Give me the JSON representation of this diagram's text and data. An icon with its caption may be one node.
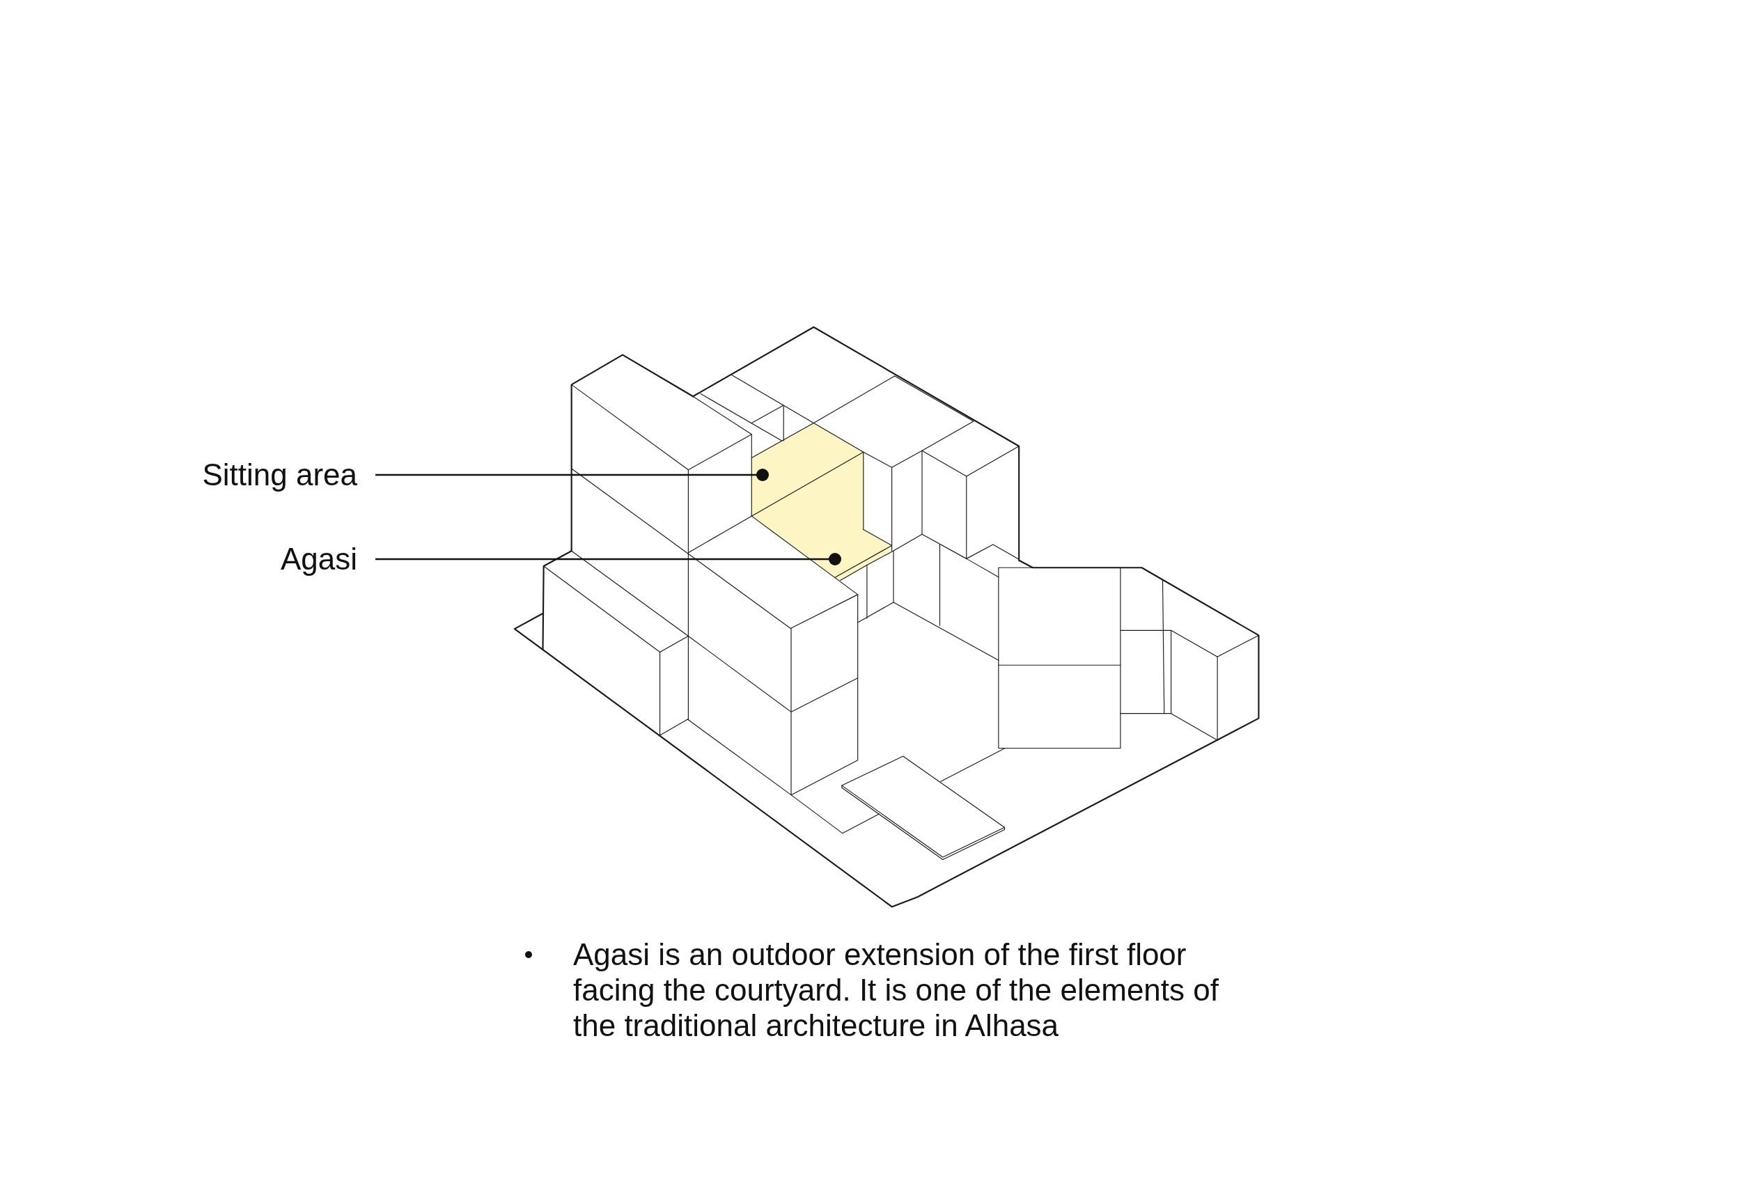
{
  "diagram": {
    "nodes": [
      {
        "text": [
          "Sitting area"
        ]
      },
      {
        "text": [
          "Agasi"
        ]
      },
      {
        "text": [],
        "shape": "box"
      },
      {
        "text": [],
        "shape": "box"
      }
    ],
    "edges": [
      {
        "from": 0,
        "to": 2,
        "arrow": "other"
      },
      {
        "from": 1,
        "to": 3,
        "arrow": "other"
      }
    ],
    "labels": [
      "Agasi is an outdoor extension of the first floor facing the courtyard. It is one of the elements of the traditional architecture in Alhasa"
    ]
  }
}
